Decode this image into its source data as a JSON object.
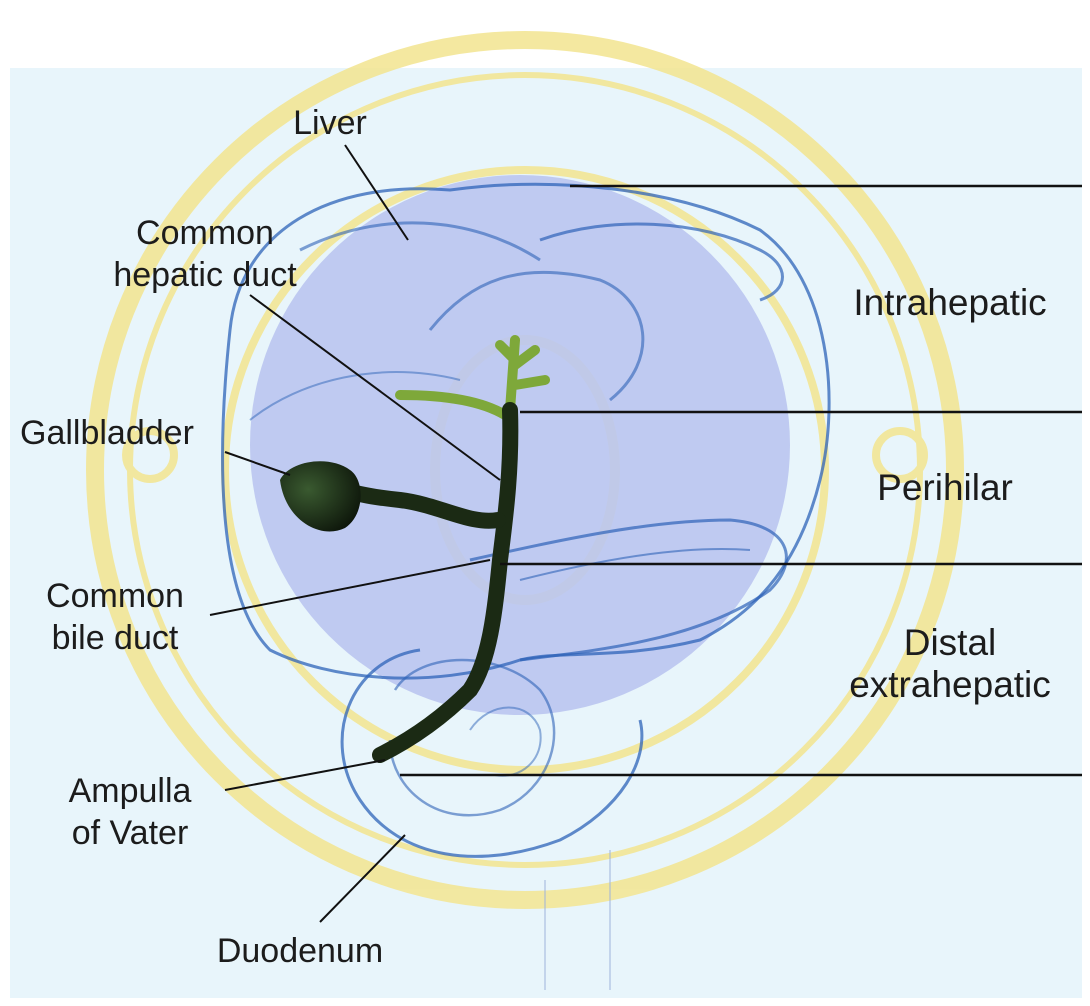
{
  "labels": {
    "liver": "Liver",
    "common_hepatic_duct": [
      "Common",
      "hepatic duct"
    ],
    "gallbladder": "Gallbladder",
    "common_bile_duct": [
      "Common",
      "bile duct"
    ],
    "ampulla_of_vater": [
      "Ampulla",
      "of Vater"
    ],
    "duodenum": "Duodenum"
  },
  "regions": {
    "intrahepatic": "Intrahepatic",
    "perihilar": "Perihilar",
    "distal_extrahepatic": [
      "Distal",
      "extrahepatic"
    ]
  },
  "colors": {
    "background_panel": "#e8f5fb",
    "organ_outline": "#2e63b8",
    "organ_fill": "#b9c6f0",
    "duct": "#1b2a14",
    "intrahepatic_ducts": "#7ea83a",
    "watermark": "#f2e38a",
    "leader_line": "#111111"
  }
}
